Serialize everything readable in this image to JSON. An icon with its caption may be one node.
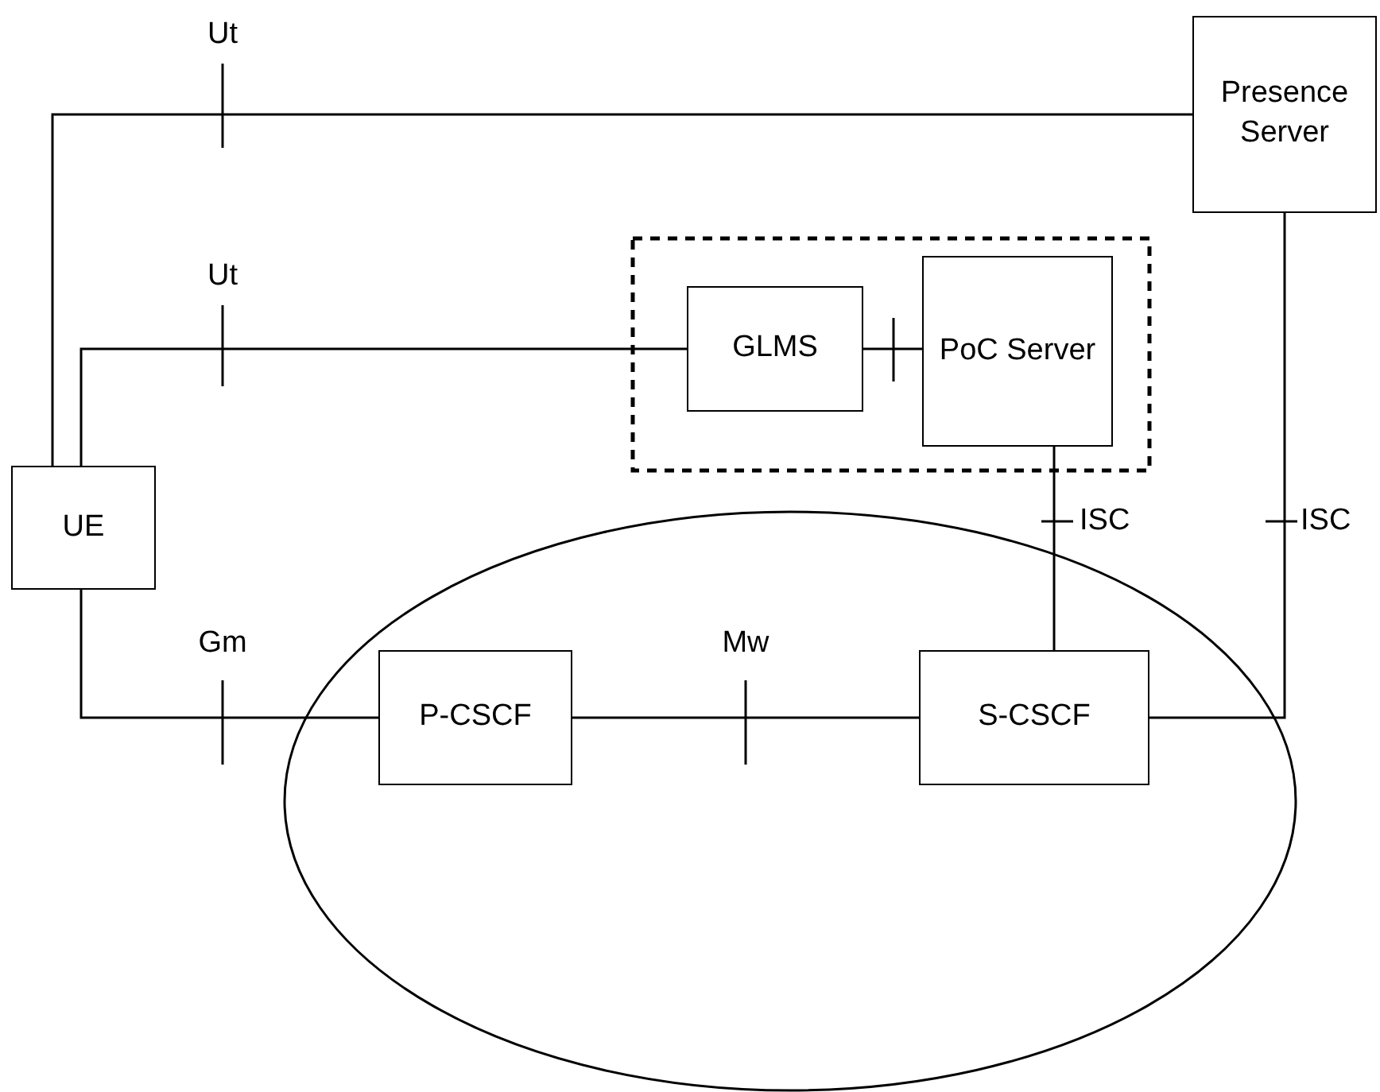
{
  "diagram": {
    "nodes": [
      {
        "text": [
          "Presence Server"
        ]
      },
      {
        "text": [],
        "shape": "box"
      },
      {
        "text": [
          "GLMS"
        ],
        "in": 1
      },
      {
        "text": [
          "PoC Server"
        ],
        "in": 1
      },
      {
        "text": [
          "UE"
        ]
      },
      {
        "text": [],
        "shape": "ellipse"
      },
      {
        "text": [
          "P-CSCF"
        ],
        "in": 5
      },
      {
        "text": [
          "S-CSCF"
        ],
        "in": 5
      }
    ],
    "edges": [
      {
        "from": 4,
        "to": 0,
        "arrow": "none",
        "label": "Ut"
      },
      {
        "from": 4,
        "to": 2,
        "arrow": "none",
        "label": "Ut"
      },
      {
        "from": 2,
        "to": 3,
        "arrow": "none"
      },
      {
        "from": 3,
        "to": 7,
        "arrow": "none",
        "label": "ISC"
      },
      {
        "from": 0,
        "to": 7,
        "arrow": "none",
        "label": "ISC"
      },
      {
        "from": 4,
        "to": 6,
        "arrow": "none",
        "label": "Gm"
      },
      {
        "from": 6,
        "to": 7,
        "arrow": "none",
        "label": "Mw"
      }
    ]
  }
}
